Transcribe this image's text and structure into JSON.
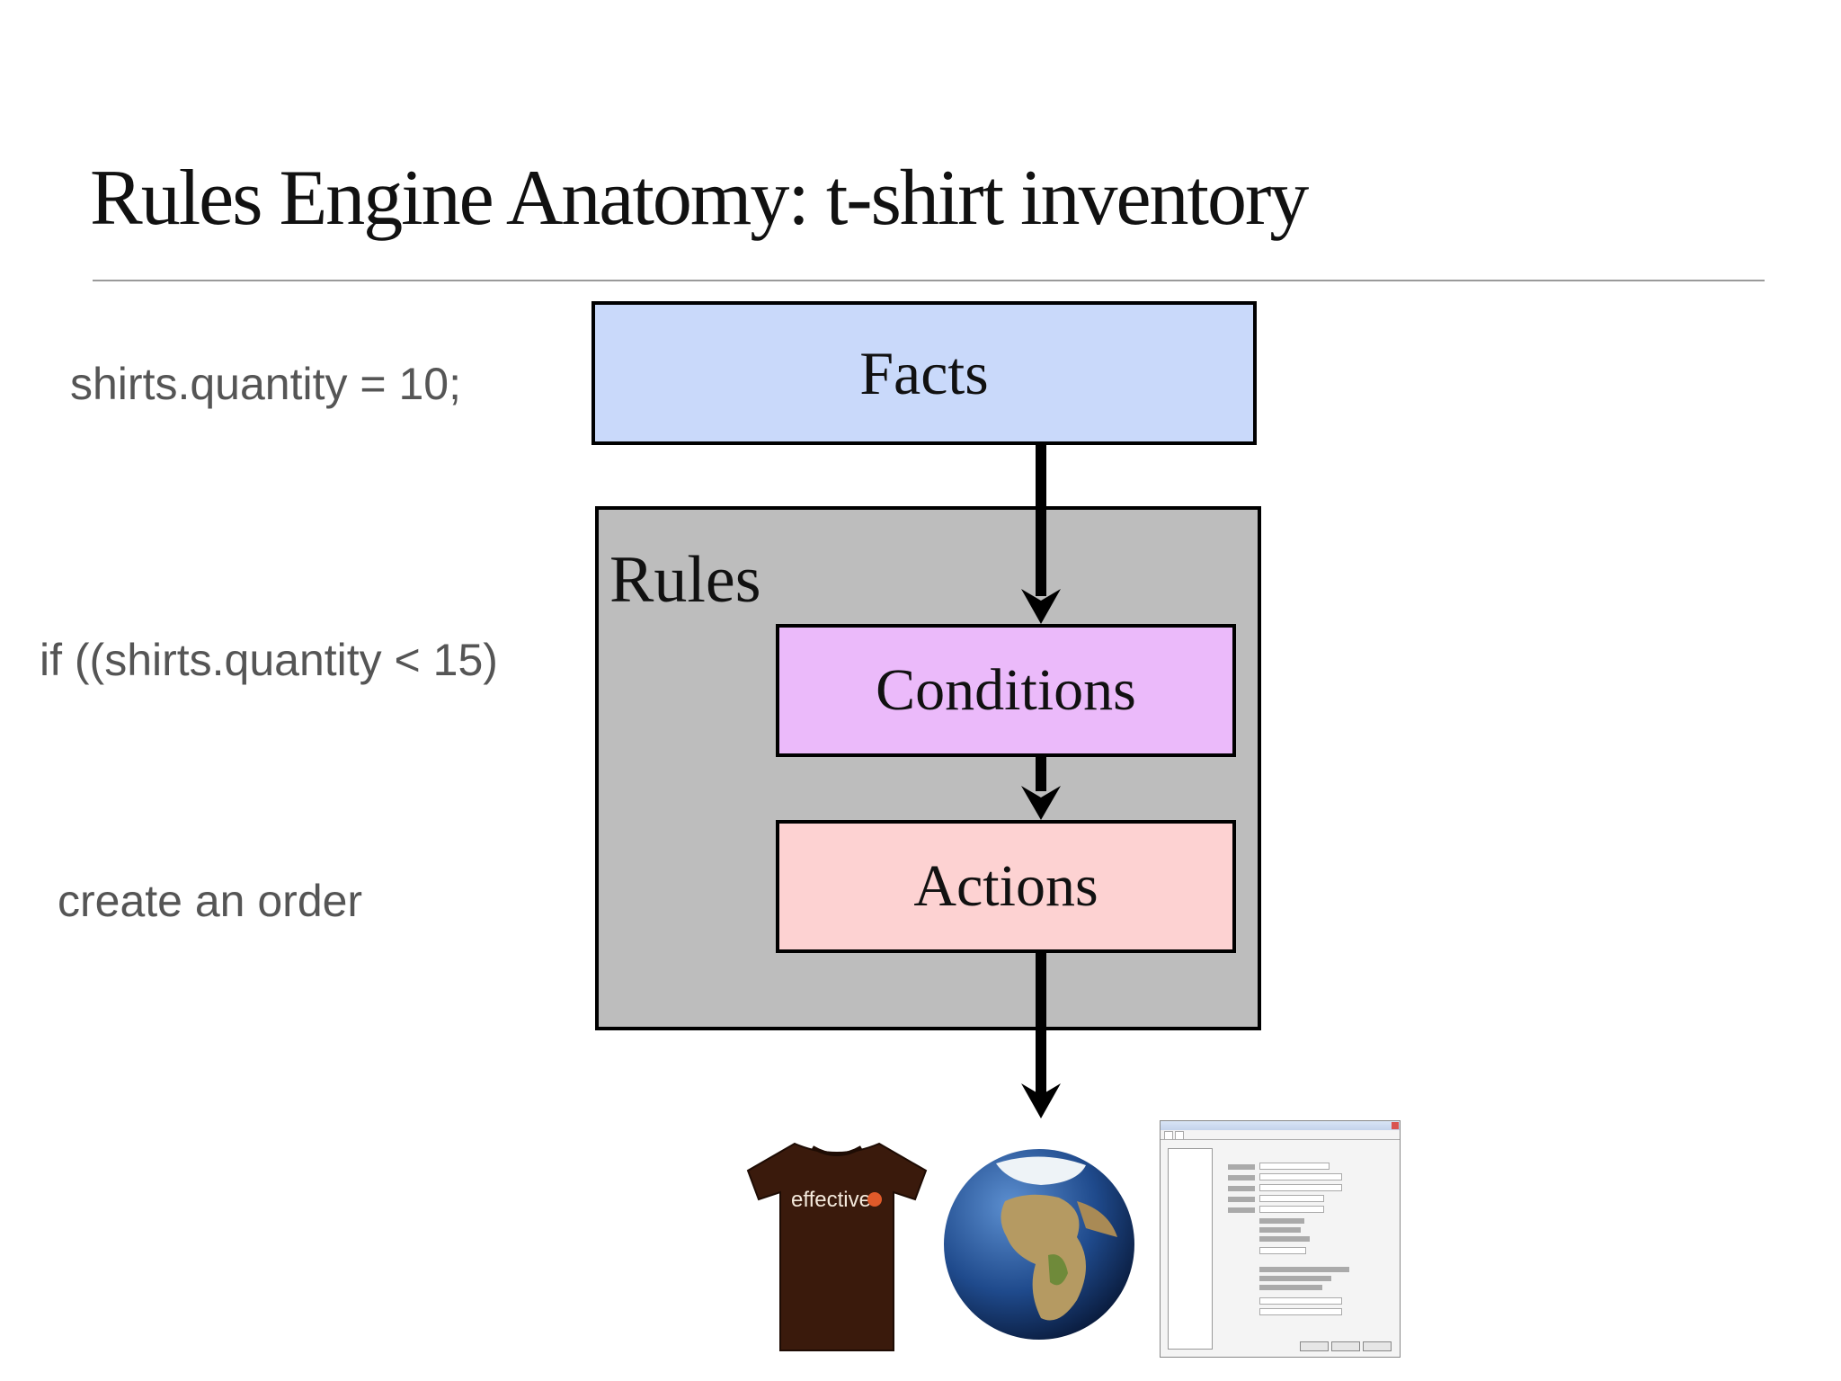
{
  "slide": {
    "title": "Rules Engine Anatomy: t-shirt inventory"
  },
  "code_labels": {
    "facts_code": "shirts.quantity = 10;",
    "condition_code": "if ((shirts.quantity < 15)",
    "action_code": "create an order"
  },
  "diagram": {
    "facts_label": "Facts",
    "rules_label": "Rules",
    "conditions_label": "Conditions",
    "actions_label": "Actions",
    "colors": {
      "facts": "#c9d9fa",
      "rules": "#bdbdbd",
      "conditions": "#ebbafa",
      "actions": "#fdd2d2"
    }
  },
  "outputs": {
    "tshirt_logo_text": "effective",
    "items": [
      "tshirt-image",
      "globe-image",
      "settings-dialog-image"
    ]
  }
}
